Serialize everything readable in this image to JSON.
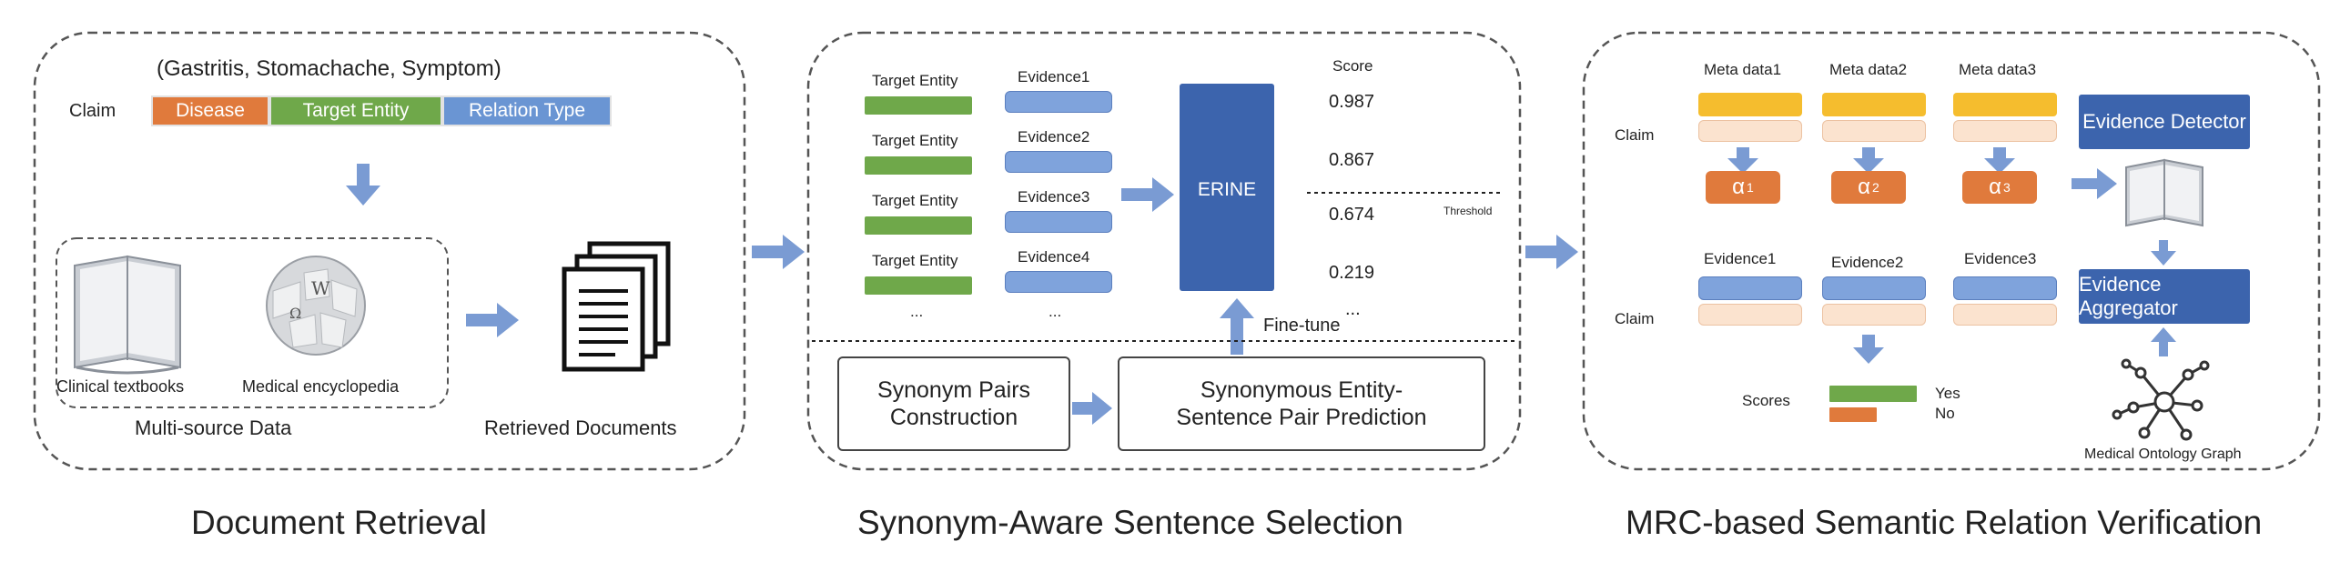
{
  "retrieval": {
    "triple_text": "(Gastritis,   Stomachache,   Symptom)",
    "claim_label": "Claim",
    "tag_disease": "Disease",
    "tag_target": "Target Entity",
    "tag_relation": "Relation Type",
    "src_textbooks": "Clinical textbooks",
    "src_encyclopedia": "Medical encyclopedia",
    "multi_source": "Multi-source Data",
    "retrieved": "Retrieved Documents",
    "caption": "Document Retrieval"
  },
  "selection": {
    "target_entity": "Target Entity",
    "evidences": [
      "Evidence1",
      "Evidence2",
      "Evidence3",
      "Evidence4"
    ],
    "ellipsis": "...",
    "score_header": "Score",
    "scores": [
      "0.987",
      "0.867",
      "0.674",
      "0.219",
      "..."
    ],
    "threshold": "Threshold",
    "model": "ERINE",
    "finetune": "Fine-tune",
    "synonym_pairs": "Synonym Pairs Construction",
    "pair_prediction": "Synonymous Entity-Sentence Pair Prediction",
    "caption": "Synonym-Aware Sentence Selection"
  },
  "verification": {
    "meta": [
      "Meta data1",
      "Meta data2",
      "Meta data3"
    ],
    "claim_label": "Claim",
    "alphas": [
      "α",
      "α",
      "α"
    ],
    "alpha_subs": [
      "1",
      "2",
      "3"
    ],
    "evidences": [
      "Evidence1",
      "Evidence2",
      "Evidence3"
    ],
    "evidence_detector": "Evidence Detector",
    "evidence_aggregator": "Evidence Aggregator",
    "scores_label": "Scores",
    "yes": "Yes",
    "no": "No",
    "ontology": "Medical Ontology Graph",
    "caption": "MRC-based Semantic Relation Verification"
  },
  "colors": {
    "orange": "#e07a3c",
    "green": "#6fa84a",
    "blue": "#6a95d3",
    "navy": "#3c64ad",
    "gold": "#f5bd2e",
    "peach": "#fbe3cf",
    "arrow": "#7a9bd3"
  }
}
